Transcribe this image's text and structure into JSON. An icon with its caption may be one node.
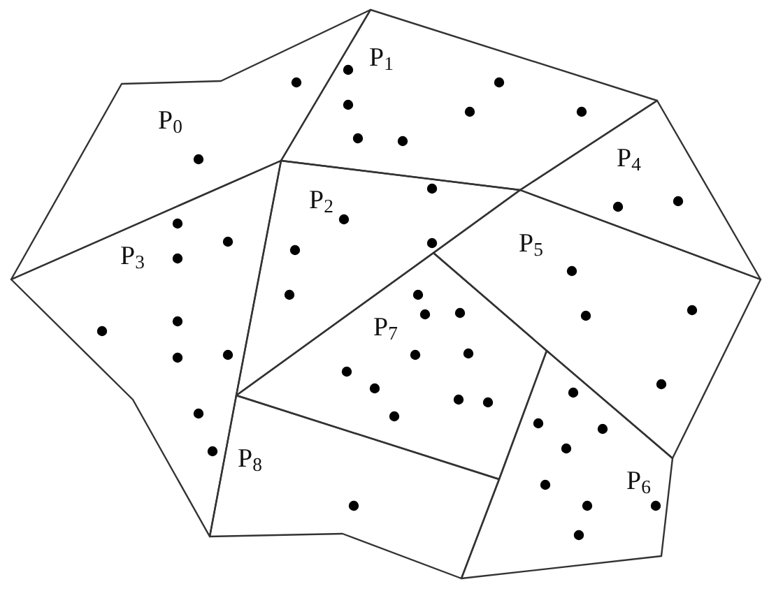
{
  "diagram": {
    "nodes": [
      {
        "text": [
          "P$_{0}$"
        ]
      },
      {
        "text": [
          "P$_{1}$"
        ]
      },
      {
        "text": [
          "P$_{2}$"
        ]
      },
      {
        "text": [
          "P$_{3}$"
        ]
      },
      {
        "text": [
          "P$_{4}$"
        ]
      },
      {
        "text": [
          "P$_{5}$"
        ]
      },
      {
        "text": [
          "P$_{6}$"
        ]
      },
      {
        "text": [
          "P$_{7}$"
        ]
      },
      {
        "text": [
          "P$_{8}$"
        ]
      }
    ]
  }
}
